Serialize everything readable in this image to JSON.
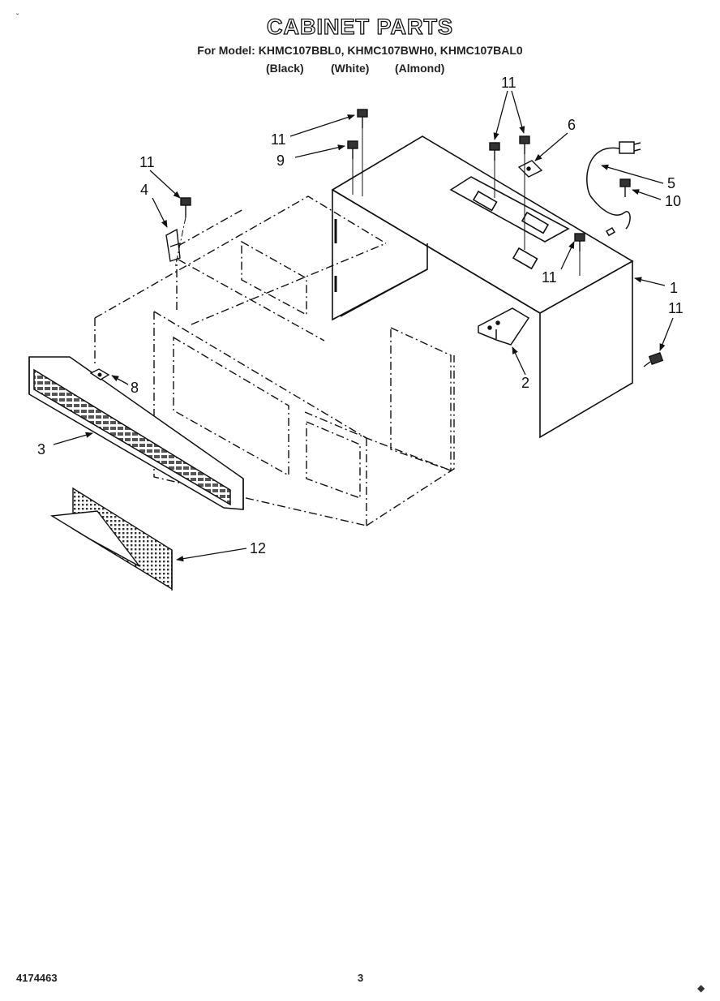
{
  "header": {
    "title": "CABINET PARTS",
    "models": "For Model: KHMC107BBL0, KHMC107BWH0, KHMC107BAL0",
    "variants": [
      "(Black)",
      "(White)",
      "(Almond)"
    ]
  },
  "callouts": {
    "c1": "1",
    "c2": "2",
    "c3": "3",
    "c4": "4",
    "c5": "5",
    "c6": "6",
    "c8": "8",
    "c9": "9",
    "c10": "10",
    "c11": "11",
    "c12": "12"
  },
  "footer": {
    "doc_number": "4174463",
    "page_number": "3"
  }
}
